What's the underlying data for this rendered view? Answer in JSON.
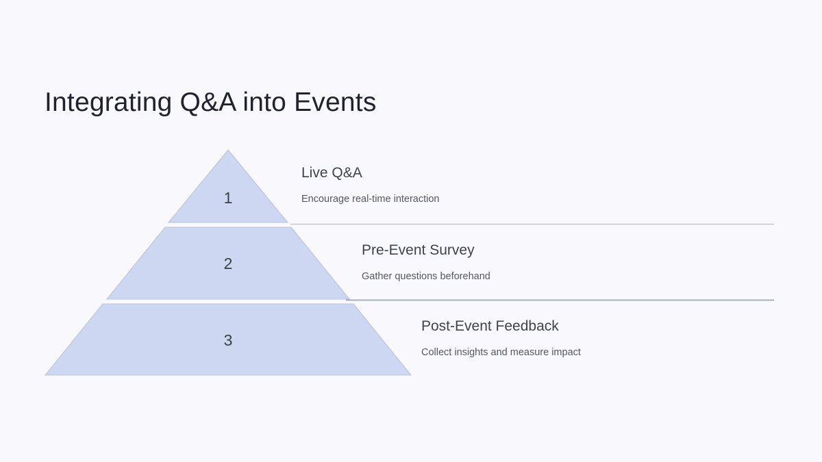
{
  "slide": {
    "title": "Integrating Q&A into Events",
    "background_color": "#f9f9fd"
  },
  "pyramid": {
    "fill_color": "#cdd7f1",
    "stroke_color": "#b6c1e1",
    "divider1_color": "#b9bfc3",
    "divider2_color": "#a8afb4",
    "number_color": "#3a3f4d",
    "levels": [
      {
        "number": "1",
        "heading": "Live Q&A",
        "description": "Encourage real-time interaction"
      },
      {
        "number": "2",
        "heading": "Pre-Event Survey",
        "description": "Gather questions beforehand"
      },
      {
        "number": "3",
        "heading": "Post-Event Feedback",
        "description": "Collect insights and measure impact"
      }
    ]
  }
}
